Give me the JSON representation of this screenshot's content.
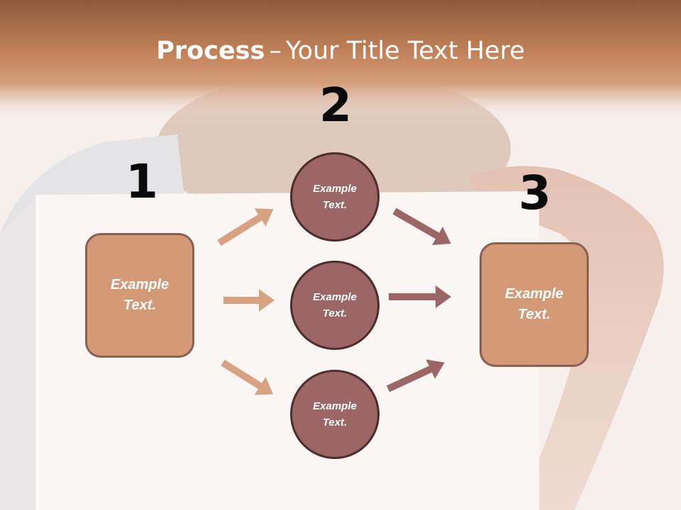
{
  "slide": {
    "title_bold": "Process",
    "title_dash": "–",
    "title_rest": "Your Title Text Here"
  },
  "steps": {
    "n1": "1",
    "n2": "2",
    "n3": "3"
  },
  "nodes": {
    "left_box": "Example Text.",
    "circle_top": "Example Text.",
    "circle_mid": "Example Text.",
    "circle_bottom": "Example Text.",
    "right_box": "Example Text."
  },
  "colors": {
    "header_band": "#c8875e",
    "box_fill": "#d49a78",
    "box_border": "#8a6050",
    "circle_fill": "#9c6566",
    "circle_border": "#4e2d2d",
    "arrow_left": "#d8a282",
    "arrow_right": "#9c6566"
  }
}
